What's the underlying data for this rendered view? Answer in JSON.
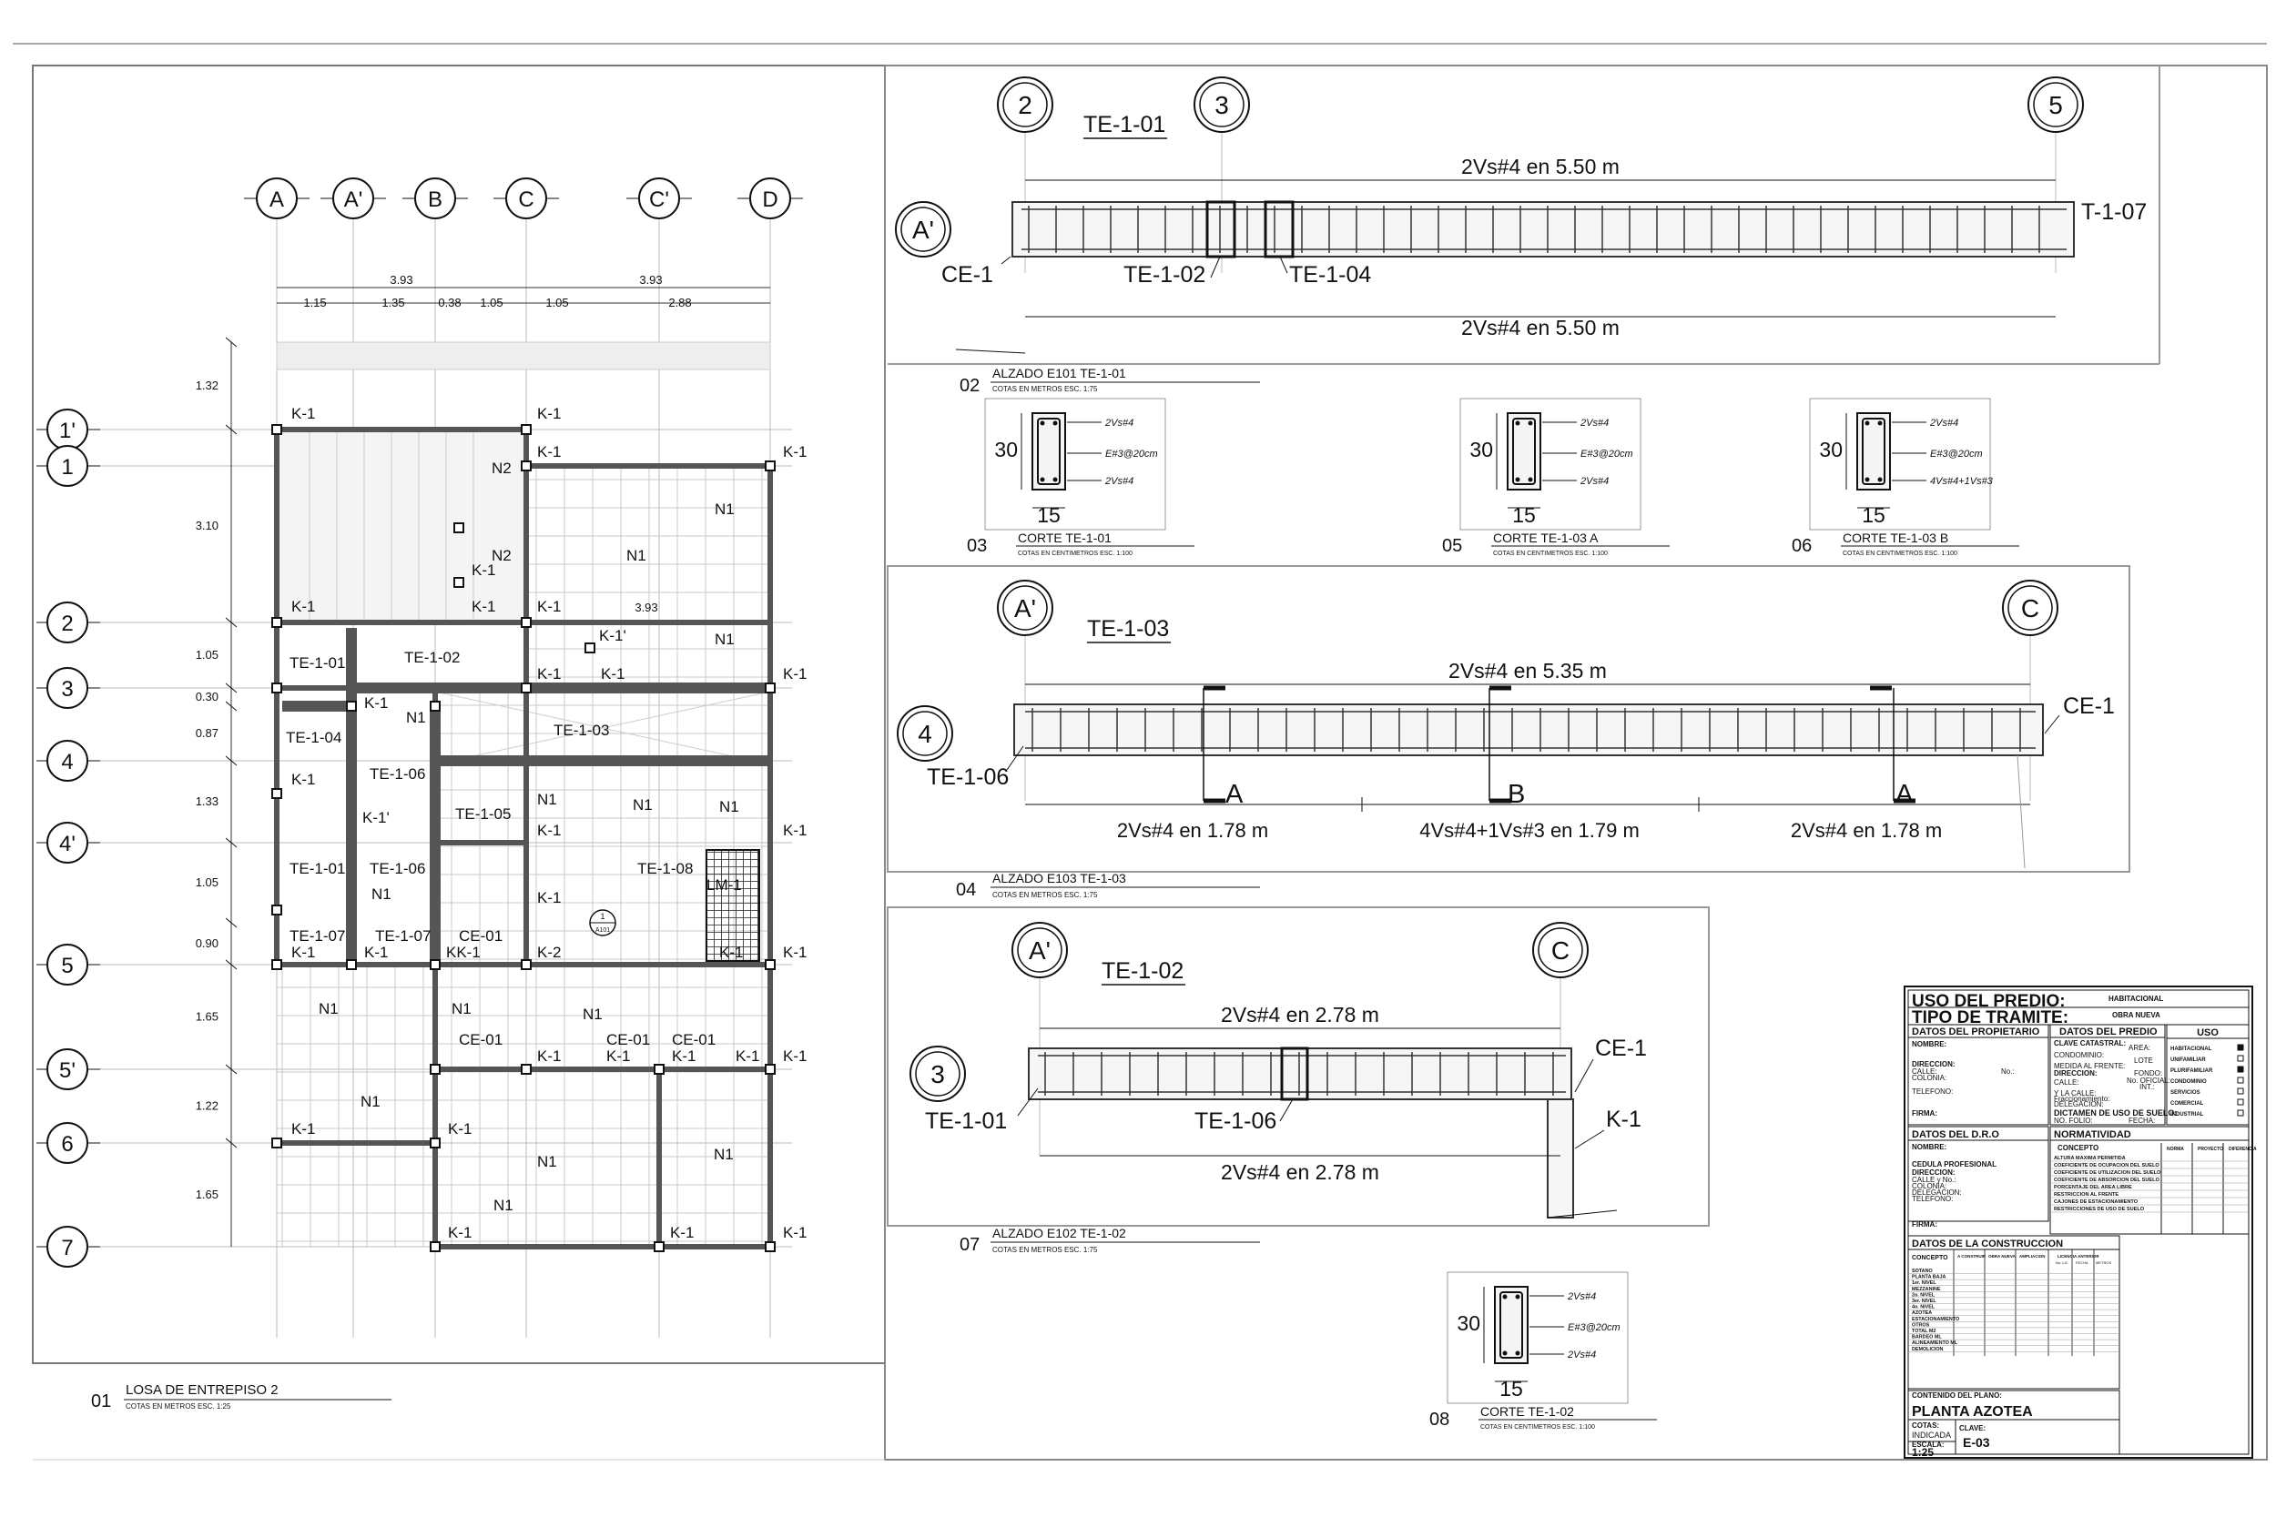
{
  "plan": {
    "grid_cols": [
      "A",
      "A'",
      "B",
      "C",
      "C'",
      "D"
    ],
    "grid_rows": [
      "1'",
      "1",
      "2",
      "3",
      "4",
      "4'",
      "5",
      "5'",
      "6",
      "7"
    ],
    "dims_total": [
      "3.93",
      "3.93"
    ],
    "dims_parts": [
      "1.15",
      "1.35",
      "0.38",
      "1.05",
      "1.05",
      "2.88"
    ],
    "dims_rows": [
      "1.32",
      "3.10",
      "1.05",
      "0.30",
      "0.87",
      "1.33",
      "1.05",
      "0.90",
      "1.65",
      "1.22",
      "1.65"
    ],
    "dim_inner": "3.93",
    "labels": {
      "k1": "K-1",
      "k1p": "K-1'",
      "k2": "K-2",
      "kk1": "KK-1",
      "n1": "N1",
      "n2": "N2",
      "te101": "TE-1-01",
      "te102": "TE-1-02",
      "te103": "TE-1-03",
      "te104": "TE-1-04",
      "te105": "TE-1-05",
      "te106": "TE-1-06",
      "te107": "TE-1-07",
      "te108": "TE-1-08",
      "ce01": "CE-01",
      "lm1": "LM-1",
      "a101": "A101",
      "one": "1"
    },
    "caption_num": "01",
    "caption_title": "LOSA DE ENTREPISO 2",
    "caption_sub": "COTAS EN METROS ESC. 1:25"
  },
  "elev1": {
    "bubbles": [
      "2",
      "3",
      "5",
      "A'"
    ],
    "title": "TE-1-01",
    "top_label": "2Vs#4 en 5.50 m",
    "bottom_label": "2Vs#4  en 5.50 m",
    "tags": [
      "CE-1",
      "TE-1-02",
      "TE-1-04",
      "T-1-07"
    ],
    "caption_num": "02",
    "caption_title": "ALZADO E101 TE-1-01",
    "caption_sub": "COTAS EN METROS ESC. 1:75"
  },
  "sections": [
    {
      "h": "30",
      "w": "15",
      "r1": "2Vs#4",
      "r2": "E#3@20cm",
      "r3": "2Vs#4",
      "num": "03",
      "title": "CORTE TE-1-01",
      "sub": "COTAS EN CENTIMETROS ESC. 1:100"
    },
    {
      "h": "30",
      "w": "15",
      "r1": "2Vs#4",
      "r2": "E#3@20cm",
      "r3": "2Vs#4",
      "num": "05",
      "title": "CORTE TE-1-03 A",
      "sub": "COTAS EN CENTIMETROS ESC. 1:100"
    },
    {
      "h": "30",
      "w": "15",
      "r1": "2Vs#4",
      "r2": "E#3@20cm",
      "r3": "4Vs#4+1Vs#3",
      "num": "06",
      "title": "CORTE TE-1-03 B",
      "sub": "COTAS EN CENTIMETROS ESC. 1:100"
    },
    {
      "h": "30",
      "w": "15",
      "r1": "2Vs#4",
      "r2": "E#3@20cm",
      "r3": "2Vs#4",
      "num": "08",
      "title": "CORTE TE-1-02",
      "sub": "COTAS EN CENTIMETROS ESC. 1:100"
    }
  ],
  "elev2": {
    "bubbles": [
      "A'",
      "C",
      "4"
    ],
    "title": "TE-1-03",
    "top_label": "2Vs#4 en 5.35 m",
    "cuts": [
      "A",
      "B",
      "A"
    ],
    "seg_labels": [
      "2Vs#4  en 1.78 m",
      "4Vs#4+1Vs#3  en 1.79 m",
      "2Vs#4  en 1.78 m"
    ],
    "tags": [
      "CE-1",
      "TE-1-06"
    ],
    "caption_num": "04",
    "caption_title": "ALZADO E103 TE-1-03",
    "caption_sub": "COTAS EN METROS ESC. 1:75"
  },
  "elev3": {
    "bubbles": [
      "A'",
      "C",
      "3"
    ],
    "title": "TE-1-02",
    "top_label": "2Vs#4 en 2.78 m",
    "bottom_label": "2Vs#4  en 2.78 m",
    "tags": [
      "CE-1",
      "K-1",
      "TE-1-01",
      "TE-1-06"
    ],
    "caption_num": "07",
    "caption_title": "ALZADO E102 TE-1-02",
    "caption_sub": "COTAS EN METROS ESC. 1:75"
  },
  "titleblock": {
    "uso_label": "USO DEL PREDIO:",
    "uso_value": "HABITACIONAL",
    "tramite_label": "TIPO DE TRAMITE:",
    "tramite_value": "OBRA NUEVA",
    "propietario": "DATOS DEL PROPIETARIO",
    "predio": "DATOS DEL PREDIO",
    "uso_head": "USO",
    "prop_fields": [
      "NOMBRE:",
      "DIRECCION:",
      "CALLE:",
      "COLONIA:",
      "TELEFONO:",
      "FIRMA:"
    ],
    "no": "No.:",
    "predio_fields": [
      "CLAVE CATASTRAL:",
      "CONDOMINIO:",
      "MEDIDA AL FRENTE:",
      "DIRECCION:",
      "CALLE:",
      "Y LA CALLE:",
      "Fraccionamiento:",
      "DELEGACION:",
      "DICTAMEN DE USO DE SUELO:",
      "NO. FOLIO:"
    ],
    "predio_right": [
      "AREA:",
      "LOTE",
      "FONDO:",
      "No. OFICIAL:",
      "INT.:",
      "FECHA:"
    ],
    "uso_opts": [
      "HABITACIONAL",
      "UNIFAMILIAR",
      "PLURIFAMILIAR",
      "CONDOMINIO",
      "SERVICIOS",
      "COMERCIAL",
      "INDUSTRIAL"
    ],
    "dro": "DATOS DEL D.R.O",
    "dro_fields": [
      "NOMBRE:",
      "CEDULA PROFESIONAL",
      "DIRECCION:",
      "CALLE y No.:",
      "COLONIA:",
      "DELEGACION:",
      "TELEFONO:",
      "FIRMA:"
    ],
    "normatividad": "NORMATIVIDAD",
    "concepto": "CONCEPTO",
    "norm_cols": [
      "NORMA",
      "PROYECTO",
      "DIFERENCIA"
    ],
    "norm_rows": [
      "ALTURA MAXIMA PERMITIDA",
      "COEFICIENTE DE OCUPACION DEL SUELO",
      "COEFICIENTE DE UTILIZACION DEL SUELO",
      "COEFICIENTE DE ABSORCION DEL SUELO",
      "PORCENTAJE DEL AREA LIBRE",
      "RESTRICCION AL FRENTE",
      "CAJONES DE ESTACIONAMIENTO",
      "RESTRICCIONES DE USO DE SUELO"
    ],
    "construccion": "DATOS DE LA CONSTRUCCION",
    "cons_cols": [
      "CONCEPTO",
      "A CONSTRUIR",
      "OBRA NUEVA",
      "AMPLIACION",
      "LICENCIA ANTERIOR"
    ],
    "cons_sub": [
      "No. LIC.",
      "FECHA",
      "METROS"
    ],
    "cons_rows": [
      "SOTANO",
      "PLANTA BAJA",
      "1er. NIVEL",
      "MEZZANINE",
      "2o. NIVEL",
      "3er. NIVEL",
      "4o. NIVEL",
      "AZOTEA",
      "ESTACIONAMIENTO",
      "OTROS",
      "TOTAL M2",
      "BARDEO ML",
      "ALINEAMIENTO ML",
      "DEMOLICION"
    ],
    "contenido_label": "CONTENIDO DEL PLANO:",
    "contenido": "PLANTA AZOTEA",
    "cotas_label": "COTAS:",
    "cotas": "INDICADA",
    "escala_label": "ESCALA:",
    "escala": "1:25",
    "clave_label": "CLAVE:",
    "clave": "E-03"
  }
}
